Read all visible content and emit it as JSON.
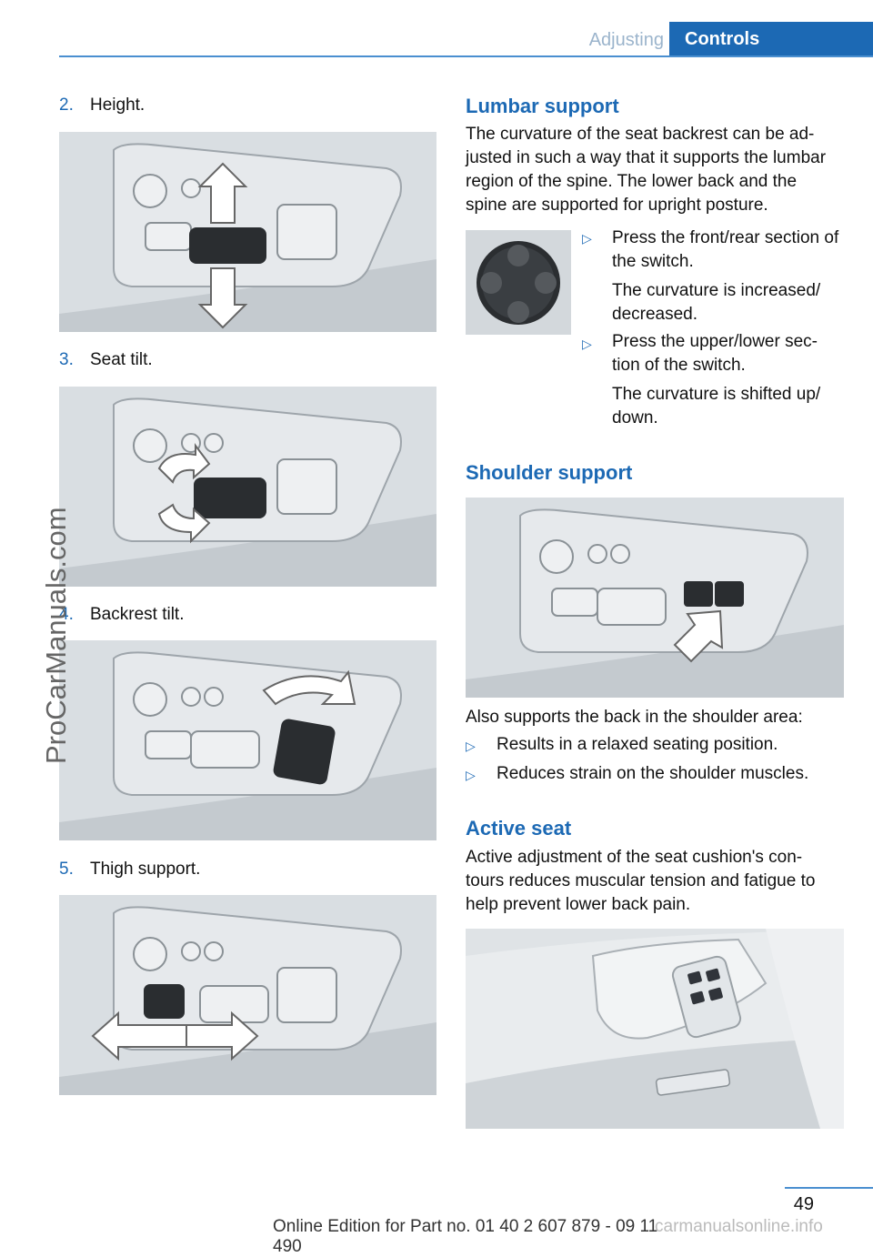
{
  "header": {
    "section": "Adjusting",
    "tab": "Controls"
  },
  "left_items": [
    {
      "num": "2.",
      "label": "Height."
    },
    {
      "num": "3.",
      "label": "Seat tilt."
    },
    {
      "num": "4.",
      "label": "Backrest tilt."
    },
    {
      "num": "5.",
      "label": "Thigh support."
    }
  ],
  "lumbar": {
    "title": "Lumbar support",
    "lines": [
      "The curvature of the seat backrest can be ad‐",
      "justed in such a way that it supports the lumbar",
      "region of the spine. The lower back and the",
      "spine are supported for upright posture."
    ],
    "bullets": [
      {
        "text1": "Press the front/rear section of",
        "text2": "the switch.",
        "sub1": "The curvature is increased/",
        "sub2": "decreased."
      },
      {
        "text1": "Press the upper/lower sec‐",
        "text2": "tion of the switch.",
        "sub1": "The curvature is shifted up/",
        "sub2": "down."
      }
    ]
  },
  "shoulder": {
    "title": "Shoulder support",
    "intro": "Also supports the back in the shoulder area:",
    "bullets": [
      "Results in a relaxed seating position.",
      "Reduces strain on the shoulder muscles."
    ]
  },
  "active": {
    "title": "Active seat",
    "lines": [
      "Active adjustment of the seat cushion's con‐",
      "tours reduces muscular tension and fatigue to",
      "help prevent lower back pain."
    ]
  },
  "bullet_glyph": "▷",
  "watermark": "ProCarManuals.com",
  "page_number": "49",
  "footer": "Online Edition for Part no. 01 40 2 607 879 - 09 11 490",
  "footer_watermark": "carmanualsonline.info"
}
